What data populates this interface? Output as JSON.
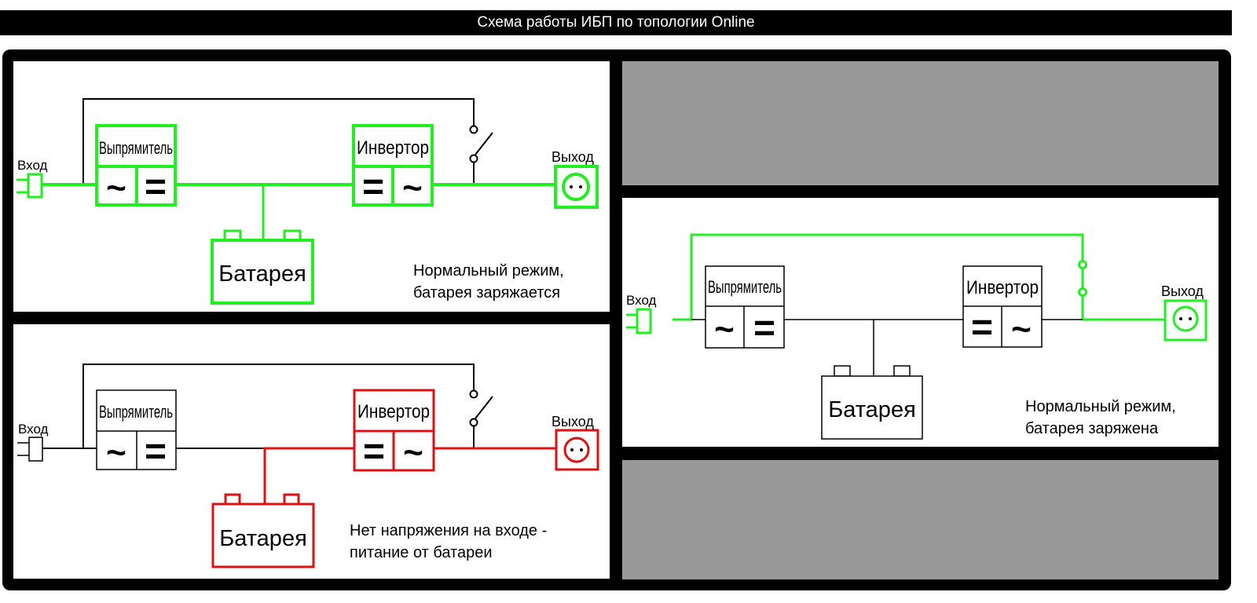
{
  "title": "Схема работы ИБП по топологии Online",
  "colors": {
    "active_green": "#22ee22",
    "battery_red": "#dd1111",
    "inactive": "#000000",
    "placeholder_gray": "#999999"
  },
  "labels": {
    "input": "Вход",
    "output": "Выход",
    "rectifier": "Выпрямитель",
    "inverter": "Инвертор",
    "battery": "Батарея",
    "ac_symbol": "~",
    "dc_symbol": "="
  },
  "diagrams": [
    {
      "id": "normal-charging",
      "caption_line1": "Нормальный режим,",
      "caption_line2": "батарея заряжается",
      "active_path": "input-rectifier-inverter-output-battery"
    },
    {
      "id": "battery-mode",
      "caption_line1": "Нет напряжения на входе -",
      "caption_line2": "питание от батареи",
      "active_path": "battery-inverter-output"
    },
    {
      "id": "normal-charged",
      "caption_line1": "Нормальный режим,",
      "caption_line2": "батарея заряжена",
      "active_path": "input-bypass-output"
    }
  ]
}
